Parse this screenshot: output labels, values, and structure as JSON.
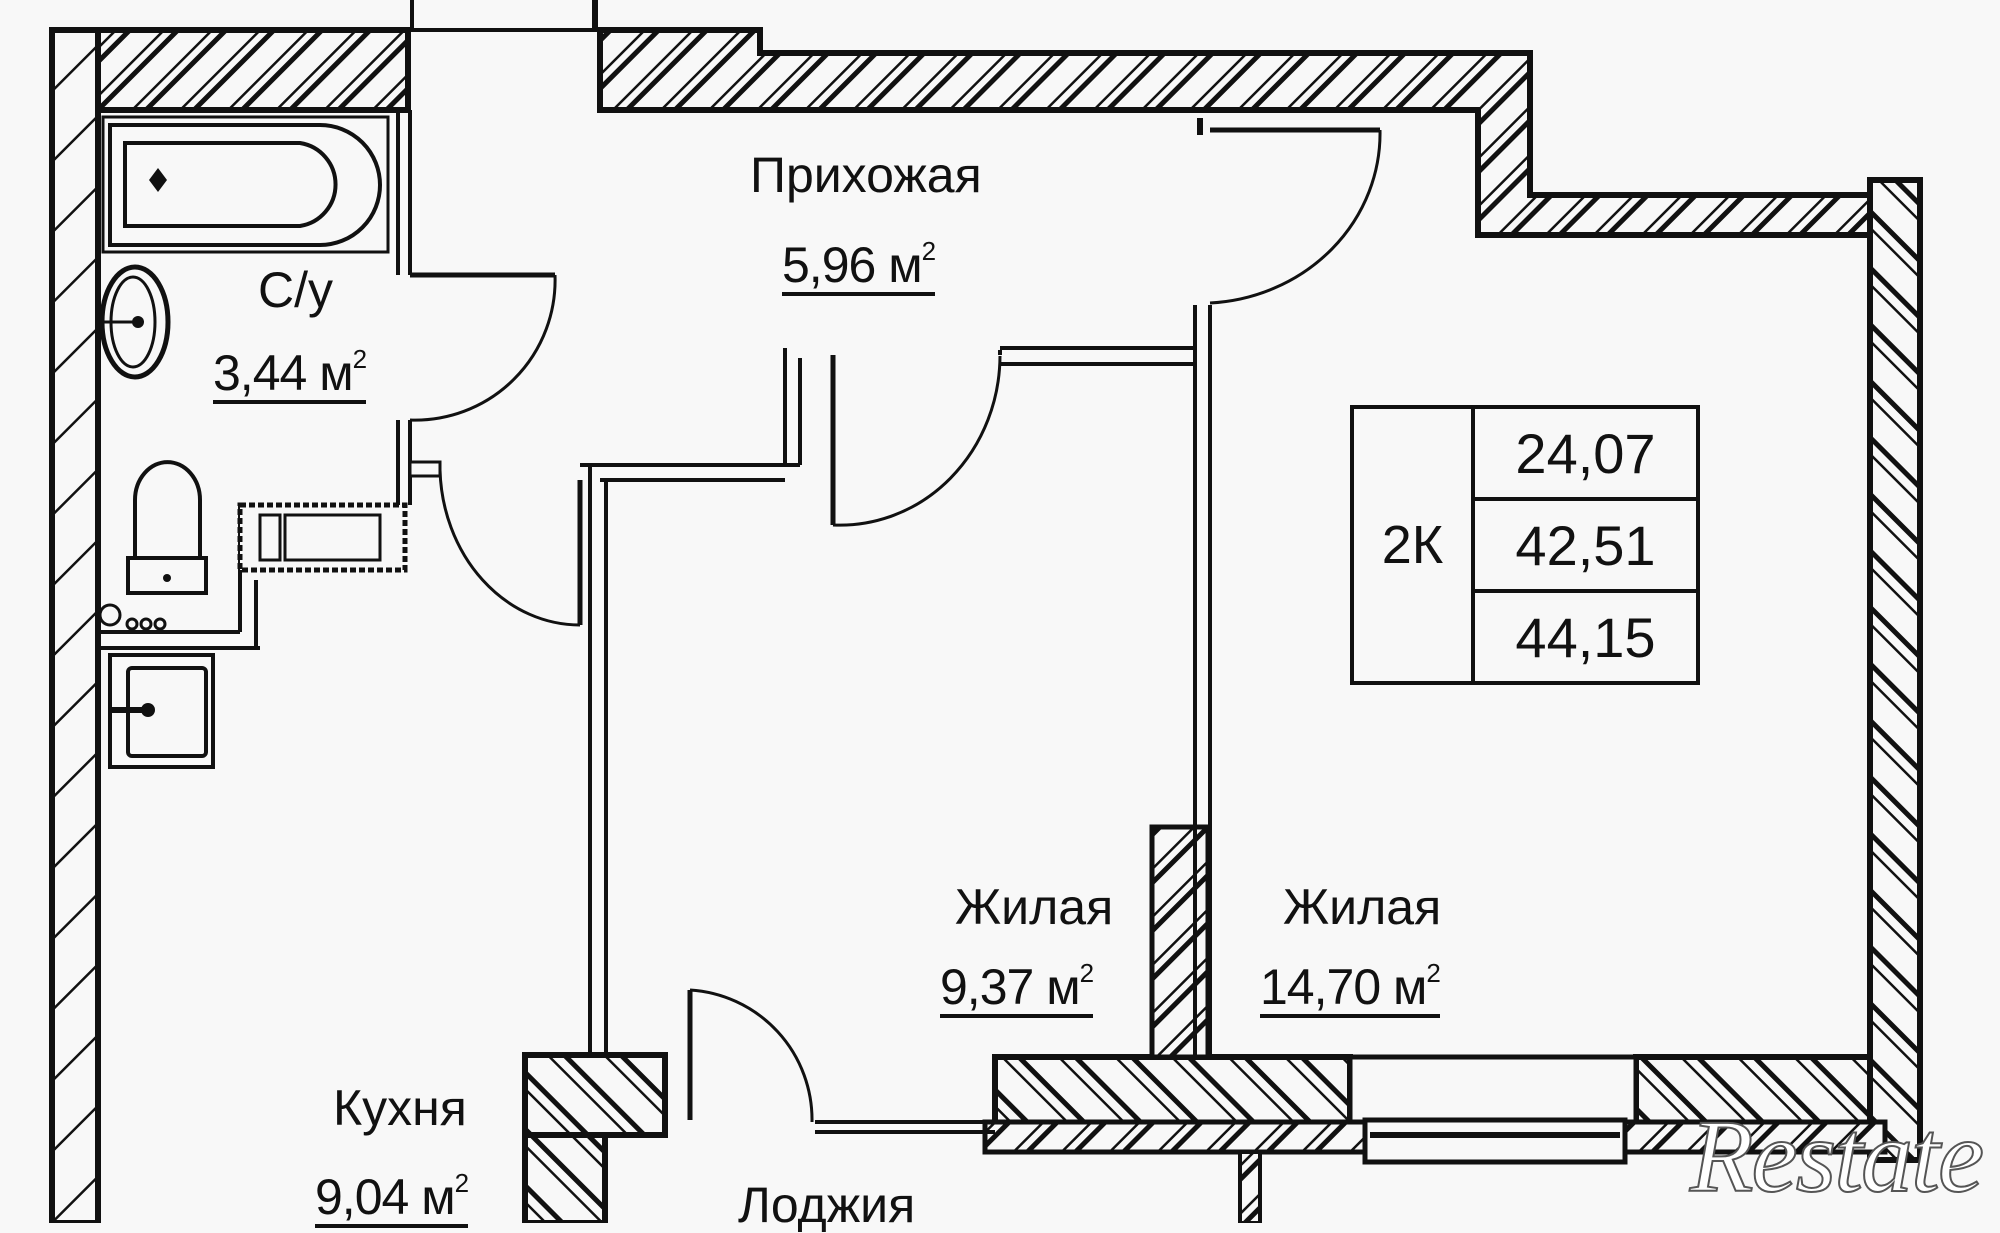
{
  "plan": {
    "type": "apartment-floor-plan",
    "apartment_type": "2К",
    "summary": {
      "living_area": "24,07",
      "total_area": "42,51",
      "total_area_with_loggia": "44,15"
    },
    "rooms": [
      {
        "id": "bathroom",
        "label": "С/у",
        "area": "3,44",
        "unit": "м",
        "sup": "2"
      },
      {
        "id": "hallway",
        "label": "Прихожая",
        "area": "5,96",
        "unit": "м",
        "sup": "2"
      },
      {
        "id": "living-room-1",
        "label": "Жилая",
        "area": "9,37",
        "unit": "м",
        "sup": "2"
      },
      {
        "id": "living-room-2",
        "label": "Жилая",
        "area": "14,70",
        "unit": "м",
        "sup": "2"
      },
      {
        "id": "kitchen",
        "label": "Кухня",
        "area": "9,04",
        "unit": "м",
        "sup": "2"
      },
      {
        "id": "loggia",
        "label": "Лоджия",
        "area": "",
        "unit": "",
        "sup": ""
      }
    ],
    "fixtures": [
      "bathtub",
      "washbasin",
      "toilet",
      "ventilation-shaft",
      "kitchen-sink",
      "stove-burners"
    ],
    "colors": {
      "wall": "#111111",
      "background": "#f8f8f8",
      "hatch": "#111111"
    }
  },
  "watermark": {
    "text": "Restate"
  }
}
